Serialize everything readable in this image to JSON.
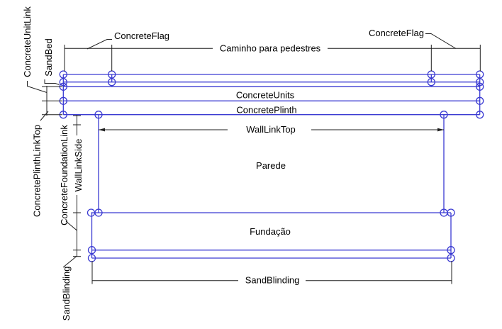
{
  "diagram": {
    "kind": "wall-and-pavement-section-annotation"
  },
  "labels": {
    "concrete_flag_left": "ConcreteFlag",
    "concrete_flag_right": "ConcreteFlag",
    "walkway": "Caminho para pedestres",
    "concrete_units": "ConcreteUnits",
    "concrete_plinth": "ConcretePlinth",
    "wall_link_top": "WallLinkTop",
    "wall": "Parede",
    "foundation": "Fundação",
    "sand_blinding_bottom": "SandBlinding",
    "concrete_unit_link": "ConcreteUnitLink",
    "sand_bed": "SandBed",
    "concrete_plinth_link_top": "ConcretePlinthLinkTop",
    "concrete_foundation_link": "ConcreteFoundationLink",
    "wall_link_side": "WallLinkSide",
    "sand_blinding_left": "SandBlinding"
  },
  "colors": {
    "line_blue": "#3a3ad2",
    "line_black": "#1f1f1f",
    "background": "#ffffff"
  }
}
